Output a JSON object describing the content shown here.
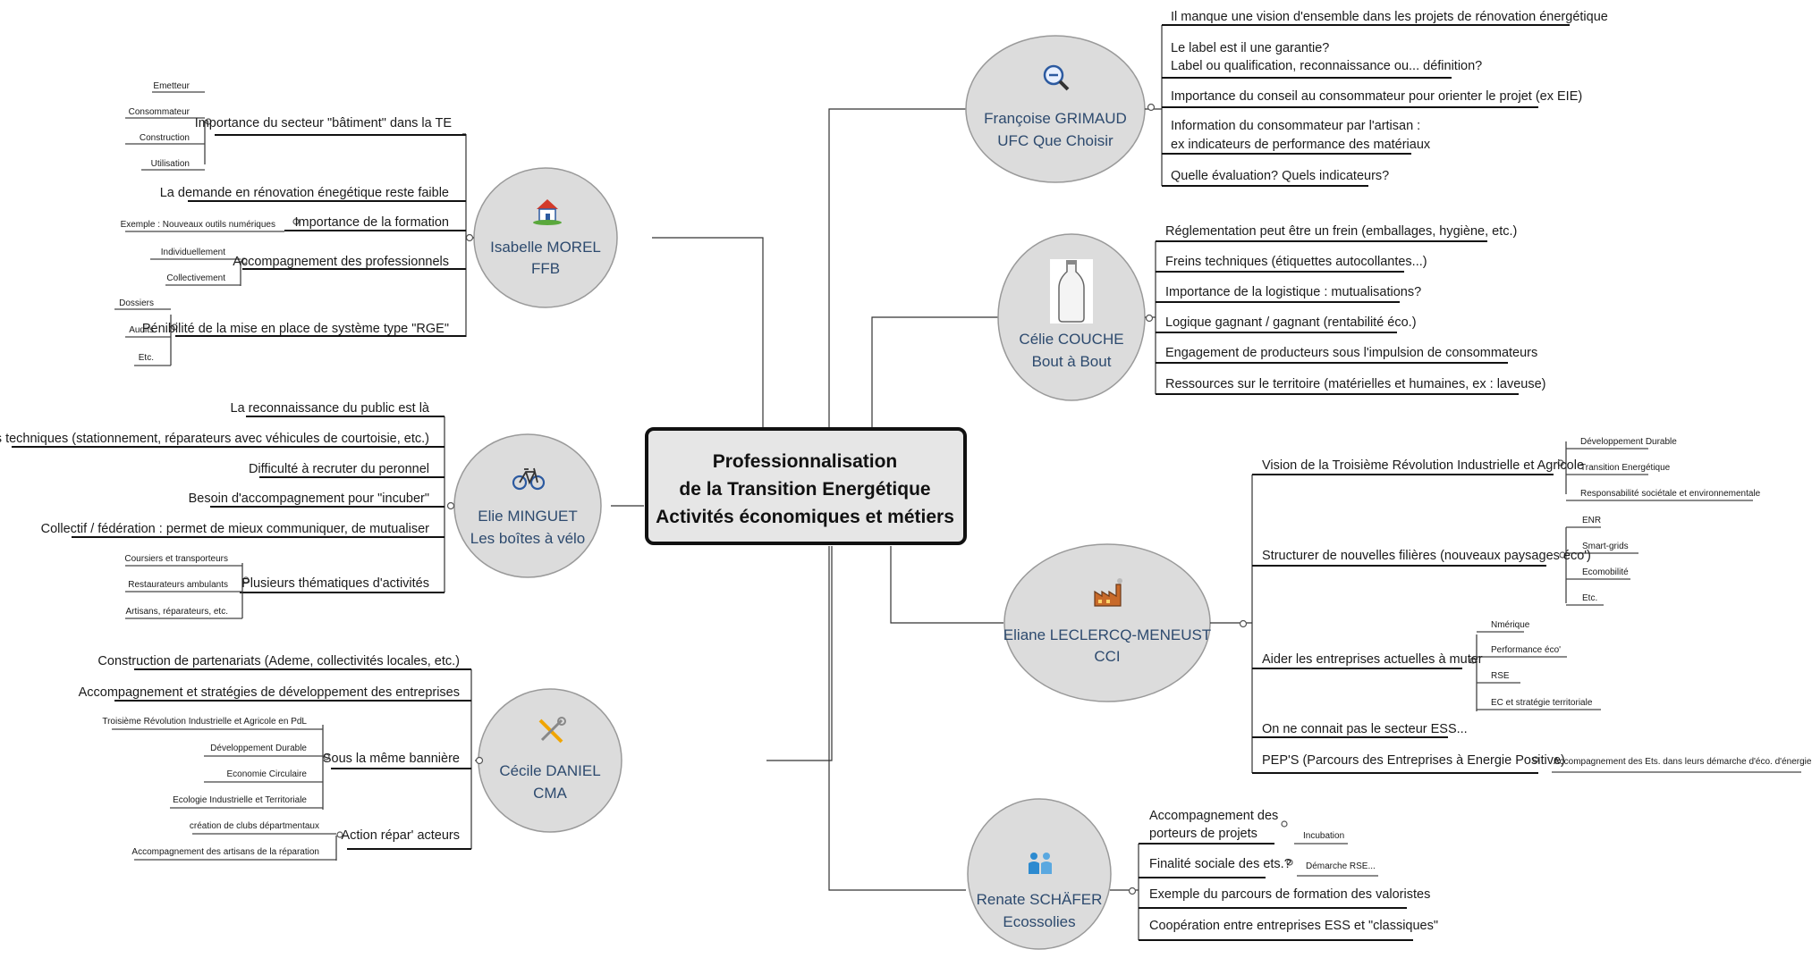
{
  "center": {
    "lines": [
      "Professionnalisation",
      "de la Transition Energétique",
      "Activités économiques et métiers"
    ]
  },
  "nodes": {
    "isabelle": {
      "name": "Isabelle MOREL",
      "org": "FFB",
      "icon": "house-icon",
      "branches": [
        {
          "label": "Importance du secteur \"bâtiment\" dans la TE",
          "children": [
            "Emetteur",
            "Consommateur",
            "Construction",
            "Utilisation"
          ]
        },
        {
          "label": "La demande en rénovation énegétique reste faible",
          "children": []
        },
        {
          "label": "Importance de la formation",
          "children": [
            "Exemple : Nouveaux outils numériques"
          ]
        },
        {
          "label": "Accompagnement des professionnels",
          "children": [
            "Individuellement",
            "Collectivement"
          ]
        },
        {
          "label": "Pénibilité de la mise en place de système type \"RGE\"",
          "children": [
            "Dossiers",
            "Audits",
            "Etc."
          ]
        }
      ]
    },
    "elie": {
      "name": "Elie MINGUET",
      "org": "Les boîtes à vélo",
      "icon": "bicycle-icon",
      "branches": [
        {
          "label": "La reconnaissance du public est là",
          "children": []
        },
        {
          "label": "Freins techniques (stationnement, réparateurs avec véhicules de courtoisie, etc.)",
          "children": []
        },
        {
          "label": "Difficulté à recruter du peronnel",
          "children": []
        },
        {
          "label": "Besoin d'accompagnement pour \"incuber\"",
          "children": []
        },
        {
          "label": "Collectif / fédération : permet de mieux communiquer, de mutualiser",
          "children": []
        },
        {
          "label": "Plusieurs thématiques d'activités",
          "children": [
            "Coursiers et transporteurs",
            "Restaurateurs ambulants",
            "Artisans, réparateurs, etc."
          ]
        }
      ]
    },
    "cecile": {
      "name": "Cécile DANIEL",
      "org": "CMA",
      "icon": "tools-icon",
      "branches": [
        {
          "label": "Construction de partenariats (Ademe, collectivités locales, etc.)",
          "children": []
        },
        {
          "label": "Accompagnement et stratégies de développement des entreprises",
          "children": []
        },
        {
          "label": "Sous la même bannière",
          "children": [
            "Troisième Révolution Industrielle et Agricole en PdL",
            "Développement Durable",
            "Economie Circulaire",
            "Ecologie Industrielle et Territoriale"
          ]
        },
        {
          "label": "Action répar' acteurs",
          "children": [
            "création de clubs départmentaux",
            "Accompagnement des artisans de la réparation"
          ]
        }
      ]
    },
    "francoise": {
      "name": "Françoise GRIMAUD",
      "org": "UFC Que Choisir",
      "icon": "magnifier-icon",
      "branches": [
        {
          "label": "Il manque une vision d'ensemble dans les projets de rénovation énergétique",
          "children": []
        },
        {
          "label": "Le label est il une garantie?",
          "label2": "Label ou qualification, reconnaissance ou...  définition?",
          "children": []
        },
        {
          "label": "Importance du conseil au consommateur pour orienter le projet (ex EIE)",
          "children": []
        },
        {
          "label": "Information du consommateur par l'artisan :",
          "label2": "ex indicateurs de performance des matériaux",
          "children": []
        },
        {
          "label": "Quelle évaluation? Quels indicateurs?",
          "children": []
        }
      ]
    },
    "celie": {
      "name": "Célie COUCHE",
      "org": "Bout à Bout",
      "icon": "bottle-icon",
      "branches": [
        {
          "label": "Réglementation peut être un frein (emballages, hygiène, etc.)",
          "children": []
        },
        {
          "label": "Freins techniques (étiquettes autocollantes...)",
          "children": []
        },
        {
          "label": "Importance de la logistique : mutualisations?",
          "children": []
        },
        {
          "label": "Logique gagnant / gagnant (rentabilité éco.)",
          "children": []
        },
        {
          "label": "Engagement de producteurs sous l'impulsion de consommateurs",
          "children": []
        },
        {
          "label": "Ressources sur le territoire  (matérielles et humaines, ex : laveuse)",
          "children": []
        }
      ]
    },
    "eliane": {
      "name": "Eliane LECLERCQ-MENEUST",
      "org": "CCI",
      "icon": "factory-icon",
      "branches": [
        {
          "label": "Vision de la Troisième Révolution Industrielle et Agricole",
          "children": [
            "Développement Durable",
            "Transition Energétique",
            "Responsabilité sociétale et environnementale"
          ]
        },
        {
          "label": "Structurer de nouvelles filières (nouveaux paysages éco')",
          "children": [
            "ENR",
            "Smart-grids",
            "Ecomobilité",
            "Etc."
          ]
        },
        {
          "label": "Aider les entreprises actuelles à muter",
          "children": [
            "Nmérique",
            "Performance éco'",
            "RSE",
            "EC et stratégie territoriale"
          ]
        },
        {
          "label": "On ne connait pas le secteur ESS...",
          "children": []
        },
        {
          "label": "PEP'S (Parcours des Entreprises à Energie Positive)",
          "children": [
            "Accompagnement des Ets. dans leurs démarche d'éco. d'énergie"
          ]
        }
      ]
    },
    "renate": {
      "name": "Renate SCHÄFER",
      "org": "Ecossolies",
      "icon": "people-icon",
      "branches": [
        {
          "label": "Accompagnement des",
          "label2": "porteurs de projets",
          "children": [
            "Incubation"
          ]
        },
        {
          "label": "Finalité sociale des ets.?",
          "children": [
            "Démarche RSE..."
          ]
        },
        {
          "label": "Exemple du parcours de formation des valoristes",
          "children": []
        },
        {
          "label": "Coopération entre entreprises ESS et \"classiques\"",
          "children": []
        }
      ]
    }
  }
}
